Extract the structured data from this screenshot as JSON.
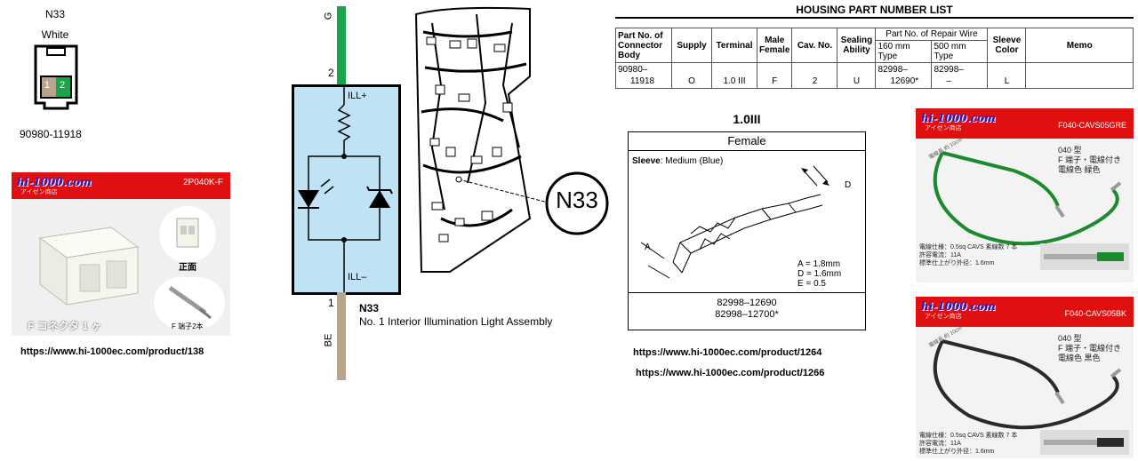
{
  "connector": {
    "code": "N33",
    "color_name": "White",
    "pin_labels": [
      "1",
      "2"
    ],
    "part_number": "90980-11918"
  },
  "product_card_1": {
    "logo": "hi-1000.com",
    "logo_sub": "アイゼン商店",
    "code": "2P040K-F",
    "front_label": "正面",
    "connector_label": "F コネクタ 1 ヶ",
    "terminal_label": "F 端子2本",
    "url": "https://www.hi-1000ec.com/product/138"
  },
  "schematic": {
    "wire_top_color": "G",
    "wire_bottom_color": "BE",
    "pin_top": "2",
    "pin_bottom": "1",
    "ill_plus": "ILL+",
    "ill_minus": "ILL–",
    "component_code": "N33",
    "component_name": "No. 1 Interior Illumination Light Assembly",
    "colors": {
      "green_wire": "#19a34a",
      "beige_wire": "#b9a48e",
      "box_fill": "#bfe3f5"
    }
  },
  "location": {
    "callout": "N33"
  },
  "housing_table": {
    "title": "HOUSING PART NUMBER LIST",
    "headers": {
      "part_no": "Part No. of Connector Body",
      "supply": "Supply",
      "terminal": "Terminal",
      "male_female": "Male Female",
      "cav_no": "Cav. No.",
      "sealing": "Sealing Ability",
      "repair_wire": "Part No. of Repair Wire",
      "type_160": "160 mm Type",
      "type_500": "500 mm Type",
      "sleeve": "Sleeve Color",
      "memo": "Memo"
    },
    "row": {
      "part_no_1": "90980–",
      "part_no_2": "11918",
      "supply": "O",
      "terminal": "1.0 III",
      "male_female": "F",
      "cav_no": "2",
      "sealing": "U",
      "type_160_1": "82998–",
      "type_160_2": "12690*",
      "type_500_1": "82998–",
      "type_500_2": "–",
      "sleeve": "L",
      "memo": ""
    }
  },
  "terminal_spec": {
    "title": "1.0III",
    "gender": "Female",
    "sleeve_label": "Sleeve",
    "sleeve_value": ": Medium (Blue)",
    "dims": [
      "A = 1.8mm",
      "D = 1.6mm",
      "E = 0.5"
    ],
    "label_a": "A",
    "label_d": "D",
    "parts": [
      "82998–12690",
      "82998–12700*"
    ],
    "urls": [
      "https://www.hi-1000ec.com/product/1264",
      "https://www.hi-1000ec.com/product/1266"
    ]
  },
  "product_card_green": {
    "logo": "hi-1000.com",
    "logo_sub": "アイゼン商店",
    "code": "F040-CAVS05GRE",
    "type": "040 型",
    "desc1": "F 端子・電線付き",
    "desc2": "電線色 緑色",
    "spec1": "電線仕様：0.5sq CAVS 素線数 7 本",
    "spec2": "許容電流：11A",
    "spec3": "標準仕上がり外径：1.6mm",
    "length_mark": "電線長 約 10cm",
    "wire_color": "#1e8a2e"
  },
  "product_card_black": {
    "logo": "hi-1000.com",
    "logo_sub": "アイゼン商店",
    "code": "F040-CAVS05BK",
    "type": "040 型",
    "desc1": "F 端子・電線付き",
    "desc2": "電線色 黒色",
    "spec1": "電線仕様：0.5sq CAVS 素線数 7 本",
    "spec2": "許容電流：11A",
    "spec3": "標準仕上がり外径：1.6mm",
    "length_mark": "電線長 約 10cm",
    "wire_color": "#2a2a2a"
  }
}
